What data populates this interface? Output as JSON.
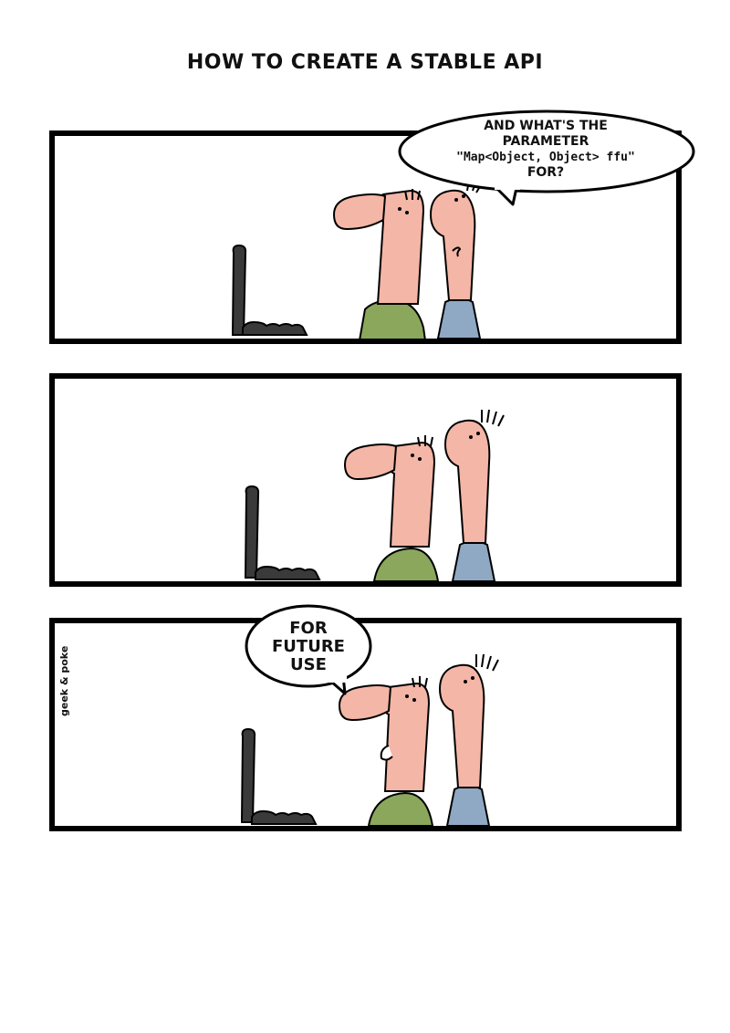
{
  "comic": {
    "title": "HOW TO CREATE A STABLE API",
    "panels": [
      {
        "speech": {
          "line1": "AND WHAT'S THE",
          "line2": "PARAMETER",
          "line3": "\"Map<Object, Object> ffu\"",
          "line4": "FOR?"
        }
      },
      {
        "speech": null
      },
      {
        "speech": {
          "line1": "FOR",
          "line2": "FUTURE",
          "line3": "USE"
        }
      }
    ],
    "signature": "geek & poke",
    "colors": {
      "skin": "#f4b6a6",
      "green_shirt": "#8aa75c",
      "blue_shirt": "#8fa9c4",
      "laptop": "#3a3a3a",
      "outline": "#000000"
    }
  }
}
